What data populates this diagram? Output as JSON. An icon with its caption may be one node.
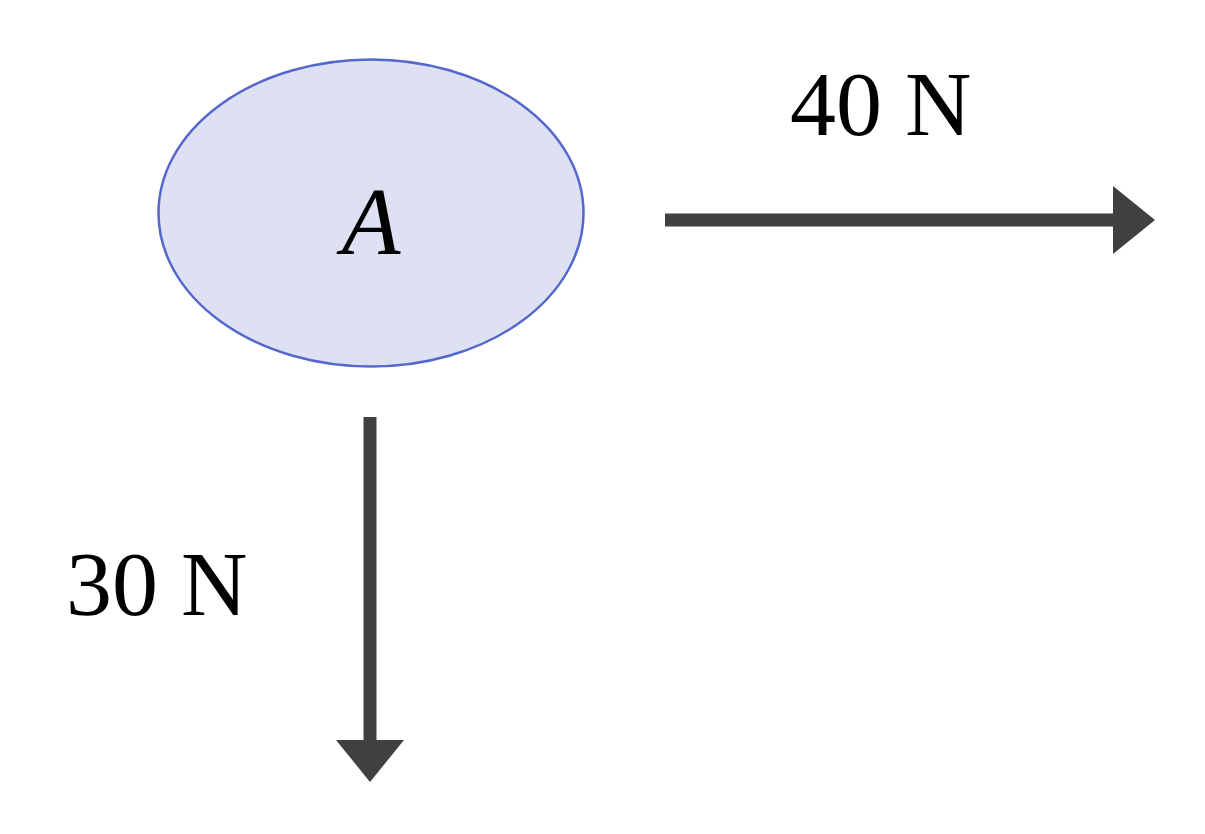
{
  "diagram": {
    "nodes": [
      {
        "text": [
          "A"
        ]
      }
    ],
    "labels": [
      "40 N",
      "30 N"
    ]
  }
}
